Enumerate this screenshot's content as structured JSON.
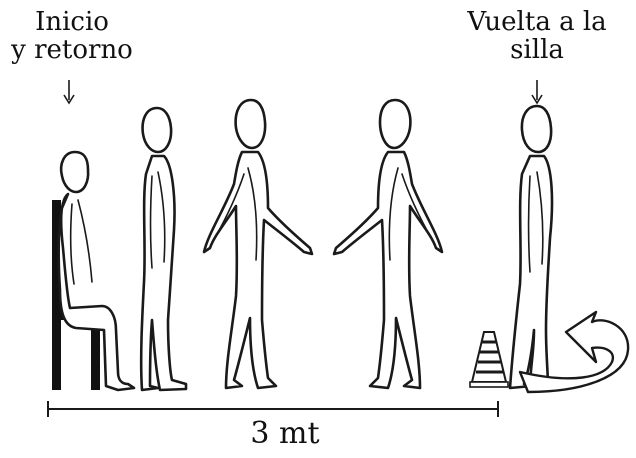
{
  "labels": {
    "start_line1": "Inicio",
    "start_line2": "y retorno",
    "turn_line1": "Vuelta a la",
    "turn_line2": "silla",
    "distance": "3 mt"
  },
  "colors": {
    "ink": "#1a1a1a",
    "background": "#ffffff",
    "chair": "#111111"
  },
  "icons": [
    "chair-icon",
    "traffic-cone-icon",
    "u-turn-arrow-icon",
    "down-arrow-icon"
  ]
}
